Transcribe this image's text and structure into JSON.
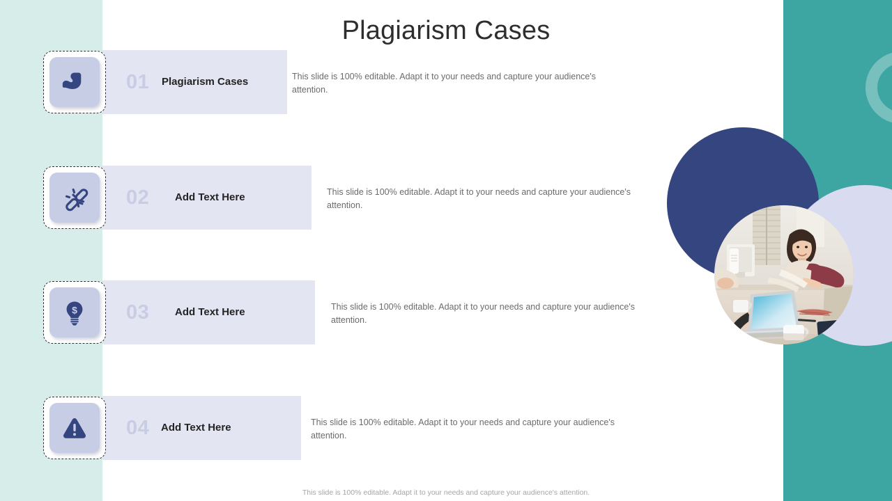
{
  "slide": {
    "title": "Plagiarism Cases",
    "footer_note": "This slide is 100% editable. Adapt it to your needs and capture your audience's attention.",
    "colors": {
      "mint_strip": "#d7edea",
      "teal_panel": "#3da6a3",
      "teal_ring": "#77c0bd",
      "navy_circle": "#35457f",
      "lavender_ring": "#d9dbf0",
      "trapezoid": "#e4e5f3",
      "icon_tile": "#c8cde6",
      "icon_glyph": "#35457f",
      "number": "#c9cde4",
      "label": "#232323",
      "body_text": "#6b6b6b",
      "title_text": "#2e2e2e"
    }
  },
  "rows": [
    {
      "number": "01",
      "label": "Plagiarism Cases",
      "icon": "flexed-biceps-icon",
      "body": "This slide is 100% editable. Adapt it to your needs and capture your audience's attention."
    },
    {
      "number": "02",
      "label": "Add  Text Here",
      "icon": "broken-link-icon",
      "body": "This slide is 100% editable. Adapt it to your needs and capture your audience's attention."
    },
    {
      "number": "03",
      "label": "Add  Text Here",
      "icon": "lightbulb-dollar-icon",
      "body": "This slide is 100% editable. Adapt it to your needs and capture your audience's attention."
    },
    {
      "number": "04",
      "label": "Add  Text Here",
      "icon": "warning-triangle-icon",
      "body": "This slide is 100% editable. Adapt it to your needs and capture your audience's attention."
    }
  ],
  "decoration": {
    "photo_alt": "woman-at-desk-with-laptop-photo",
    "teal_ring_name": "teal-ring-accent"
  }
}
